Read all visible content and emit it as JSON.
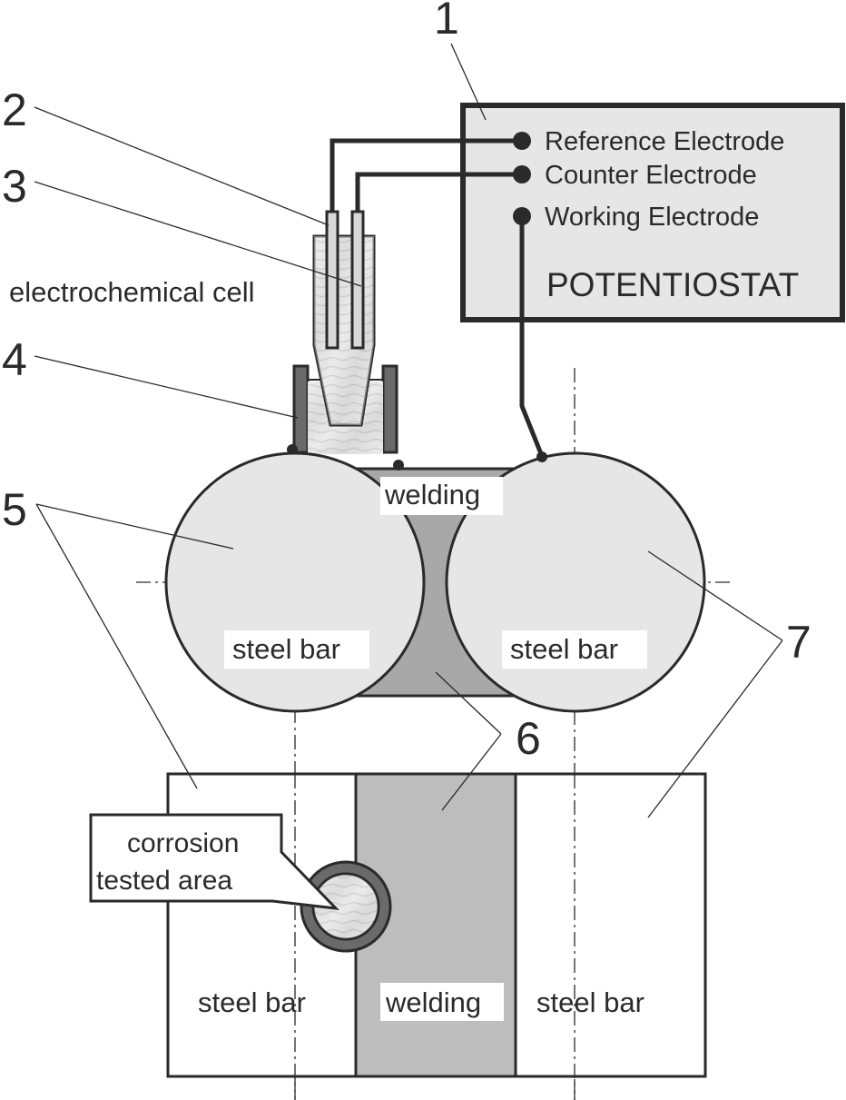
{
  "numbers": {
    "n1": "1",
    "n2": "2",
    "n3": "3",
    "n4": "4",
    "n5": "5",
    "n6": "6",
    "n7": "7"
  },
  "potentiostat": {
    "title": "POTENTIOSTAT",
    "terminals": [
      "Reference Electrode",
      "Counter Electrode",
      "Working Electrode"
    ]
  },
  "cell_label": "electrochemical cell",
  "cross_section": {
    "welding_label": "welding",
    "left_bar_label": "steel bar",
    "right_bar_label": "steel bar"
  },
  "top_view": {
    "callout_line1": "corrosion",
    "callout_line2": "tested area",
    "left_bar_label": "steel bar",
    "welding_label": "welding",
    "right_bar_label": "steel bar"
  },
  "colors": {
    "outline": "#2a2a2a",
    "light_fill": "#e6e6e6",
    "weld_fill": "#a8a8a8",
    "weld_fill_top": "#bdbdbd",
    "dark_wall": "#6a6a6a"
  }
}
